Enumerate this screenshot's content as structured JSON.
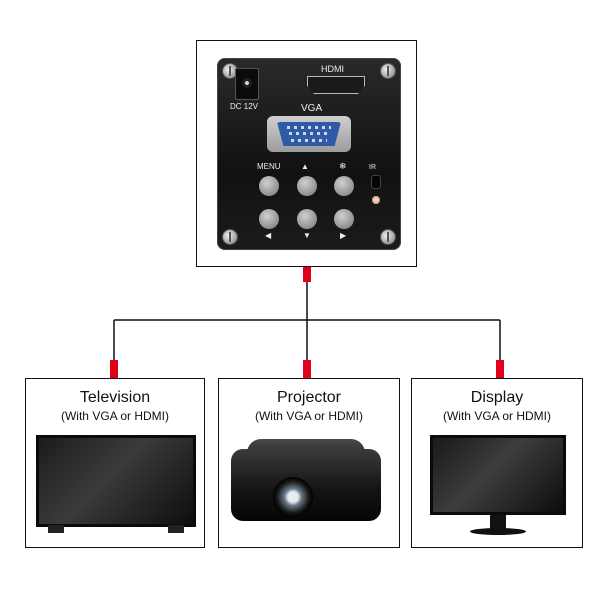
{
  "camera": {
    "label_hdmi": "HDMI",
    "label_dc": "DC 12V",
    "label_vga": "VGA",
    "label_menu": "MENU",
    "label_up": "▲",
    "label_snow": "❄",
    "label_ir": "IR",
    "label_left": "◀",
    "label_down": "▼",
    "label_right": "▶"
  },
  "devices": [
    {
      "title": "Television",
      "subtitle": "(With VGA or HDMI)"
    },
    {
      "title": "Projector",
      "subtitle": "(With VGA or HDMI)"
    },
    {
      "title": "Display",
      "subtitle": "(With VGA or HDMI)"
    }
  ],
  "colors": {
    "connector": "#e0001b",
    "line": "#111111"
  }
}
